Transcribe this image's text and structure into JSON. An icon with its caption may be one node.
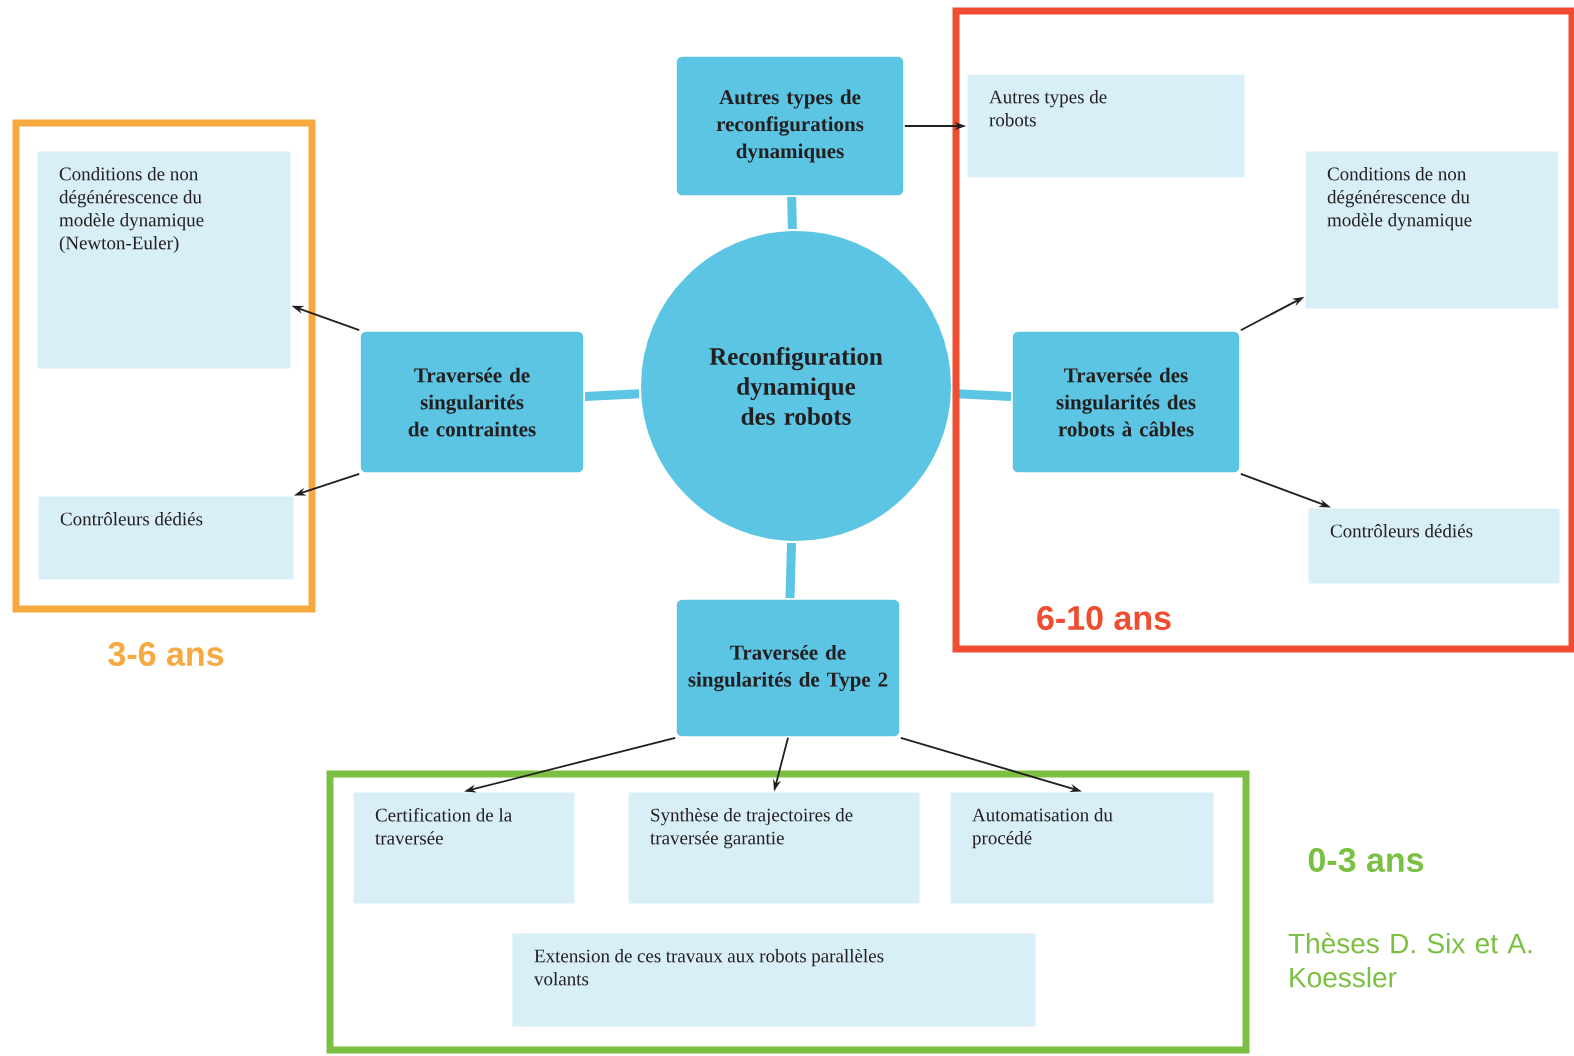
{
  "diagram": {
    "nodes": [
      {
        "text": [
          "Reconfiguration dynamique des robots"
        ]
      },
      {
        "text": [
          "Autres types de reconfigurations dynamiques"
        ]
      },
      {
        "text": [
          "Traversée de singularités de contraintes"
        ]
      },
      {
        "text": [
          "3-6 ans"
        ]
      },
      {
        "text": [
          "Conditions de non dégénérescence du modèle dynamique (Newton-Euler)"
        ],
        "in": 3
      },
      {
        "text": [
          "Contrôleurs dédiés"
        ],
        "in": 3
      },
      {
        "text": [
          "6-10 ans"
        ]
      },
      {
        "text": [
          "Traversée des singularités des robots à câbles"
        ],
        "in": 6
      },
      {
        "text": [
          "Autres types de robots"
        ],
        "in": 6
      },
      {
        "text": [
          "Conditions de non dégénérescence du modèle dynamique"
        ],
        "in": 6
      },
      {
        "text": [
          "Contrôleurs dédiés"
        ],
        "in": 6
      },
      {
        "text": [
          "Traversée de singularités de Type 2"
        ]
      },
      {
        "text": [
          "0-3 ans",
          "Thèses D. Six et A. Koessler"
        ]
      },
      {
        "text": [
          "Certification de la traversée"
        ],
        "in": 12
      },
      {
        "text": [
          "Synthèse de trajectoires de traversée garantie"
        ],
        "in": 12
      },
      {
        "text": [
          "Automatisation du procédé"
        ],
        "in": 12
      },
      {
        "text": [
          "Extension de ces travaux aux robots parallèles volants"
        ],
        "in": 12
      }
    ],
    "edges": [
      {
        "from": 0,
        "to": 1,
        "arrow": "none",
        "style": "thick",
        "color": "#5bc5e3"
      },
      {
        "from": 0,
        "to": 2,
        "arrow": "none",
        "style": "thick",
        "color": "#5bc5e3"
      },
      {
        "from": 0,
        "to": 7,
        "arrow": "none",
        "style": "thick",
        "color": "#5bc5e3"
      },
      {
        "from": 0,
        "to": 11,
        "arrow": "none",
        "style": "thick",
        "color": "#5bc5e3"
      },
      {
        "from": 2,
        "to": 4,
        "arrow": "to"
      },
      {
        "from": 2,
        "to": 5,
        "arrow": "to"
      },
      {
        "from": 1,
        "to": 8,
        "arrow": "to"
      },
      {
        "from": 7,
        "to": 9,
        "arrow": "to"
      },
      {
        "from": 7,
        "to": 10,
        "arrow": "to"
      },
      {
        "from": 11,
        "to": 13,
        "arrow": "to"
      },
      {
        "from": 11,
        "to": 14,
        "arrow": "to"
      },
      {
        "from": 11,
        "to": 15,
        "arrow": "to"
      }
    ]
  }
}
